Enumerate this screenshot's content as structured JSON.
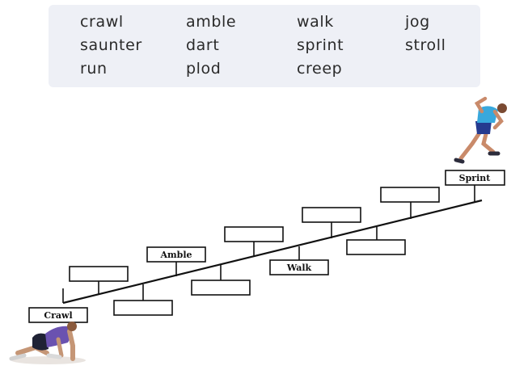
{
  "word_bank": {
    "rows": [
      [
        "crawl",
        "amble",
        "walk",
        "jog"
      ],
      [
        "saunter",
        "dart",
        "sprint",
        "stroll"
      ],
      [
        "run",
        "plod",
        "creep",
        ""
      ]
    ]
  },
  "scale": {
    "labels": {
      "crawl": "Crawl",
      "amble": "Amble",
      "walk": "Walk",
      "sprint": "Sprint"
    }
  }
}
